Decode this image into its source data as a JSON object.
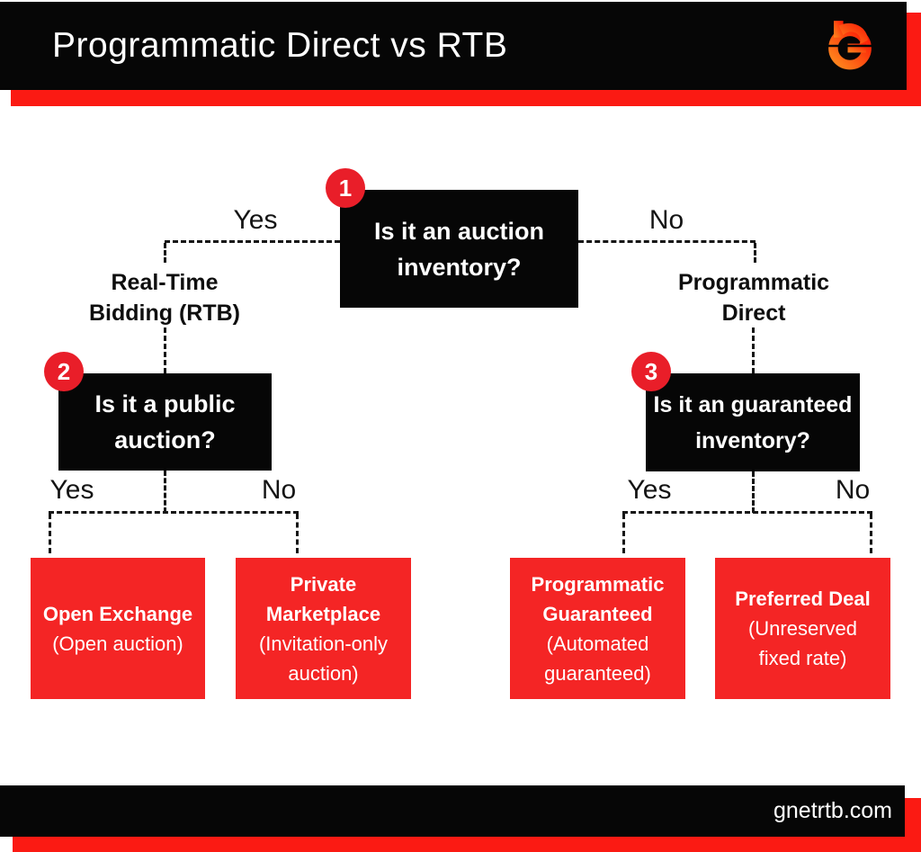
{
  "header": {
    "title": "Programmatic Direct vs RTB"
  },
  "footer": {
    "website": "gnetrtb.com"
  },
  "tree": {
    "root": {
      "number": "1",
      "question_line1": "Is it an auction",
      "question_line2": "inventory?",
      "yes_label": "Yes",
      "no_label": "No"
    },
    "yes_branch": {
      "category_line1": "Real-Time",
      "category_line2": "Bidding (RTB)",
      "node": {
        "number": "2",
        "question_line1": "Is it a public",
        "question_line2": "auction?",
        "yes_label": "Yes",
        "no_label": "No"
      },
      "outcome_yes": {
        "title": "Open Exchange",
        "subtitle": "(Open auction)"
      },
      "outcome_no": {
        "title": "Private Marketplace",
        "subtitle": "(Invitation-only auction)"
      }
    },
    "no_branch": {
      "category_line1": "Programmatic",
      "category_line2": "Direct",
      "node": {
        "number": "3",
        "question_line1": "Is it an guaranteed",
        "question_line2": "inventory?",
        "yes_label": "Yes",
        "no_label": "No"
      },
      "outcome_yes": {
        "title": "Programmatic Guaranteed",
        "subtitle": "(Automated guaranteed)"
      },
      "outcome_no": {
        "title": "Preferred Deal",
        "subtitle": "(Unreserved fixed rate)"
      }
    }
  },
  "colors": {
    "accent_red": "#fb1a13",
    "box_red": "#f42525",
    "badge_red": "#e91e29",
    "ink_black": "#060606"
  }
}
